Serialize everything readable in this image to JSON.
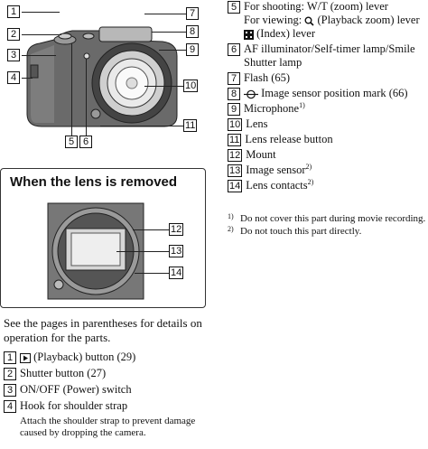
{
  "lens_box": {
    "title": "When the lens is removed"
  },
  "camera_callouts": {
    "c1": "1",
    "c2": "2",
    "c3": "3",
    "c4": "4",
    "c5": "5",
    "c6": "6",
    "c7": "7",
    "c8": "8",
    "c9": "9",
    "c10": "10",
    "c11": "11"
  },
  "lens_callouts": {
    "c12": "12",
    "c13": "13",
    "c14": "14"
  },
  "legend": {
    "item5": {
      "num": "5",
      "line1": "For shooting: W/T (zoom) lever",
      "line2a": "For viewing:",
      "line2b": "(Playback zoom) lever",
      "line3": "(Index) lever"
    },
    "item6": {
      "num": "6",
      "text": "AF illuminator/Self-timer lamp/Smile Shutter lamp"
    },
    "item7": {
      "num": "7",
      "text": "Flash (65)"
    },
    "item8": {
      "num": "8",
      "text": "Image sensor position mark (66)"
    },
    "item9": {
      "num": "9",
      "text": "Microphone",
      "sup": "1)"
    },
    "item10": {
      "num": "10",
      "text": "Lens"
    },
    "item11": {
      "num": "11",
      "text": "Lens release button"
    },
    "item12": {
      "num": "12",
      "text": "Mount"
    },
    "item13": {
      "num": "13",
      "text": "Image sensor",
      "sup": "2)"
    },
    "item14": {
      "num": "14",
      "text": "Lens contacts",
      "sup": "2)"
    }
  },
  "notes": [
    {
      "mark": "1)",
      "text": "Do not cover this part during movie recording."
    },
    {
      "mark": "2)",
      "text": "Do not touch this part directly."
    }
  ],
  "intro": "See the pages in parentheses for details on operation for the parts.",
  "left_list": {
    "item1": {
      "num": "1",
      "text": "(Playback) button (29)"
    },
    "item2": {
      "num": "2",
      "text": "Shutter button (27)"
    },
    "item3": {
      "num": "3",
      "text": "ON/OFF (Power) switch"
    },
    "item4": {
      "num": "4",
      "text": "Hook for shoulder strap",
      "desc": "Attach the shoulder strap to prevent damage caused by dropping the camera."
    }
  }
}
